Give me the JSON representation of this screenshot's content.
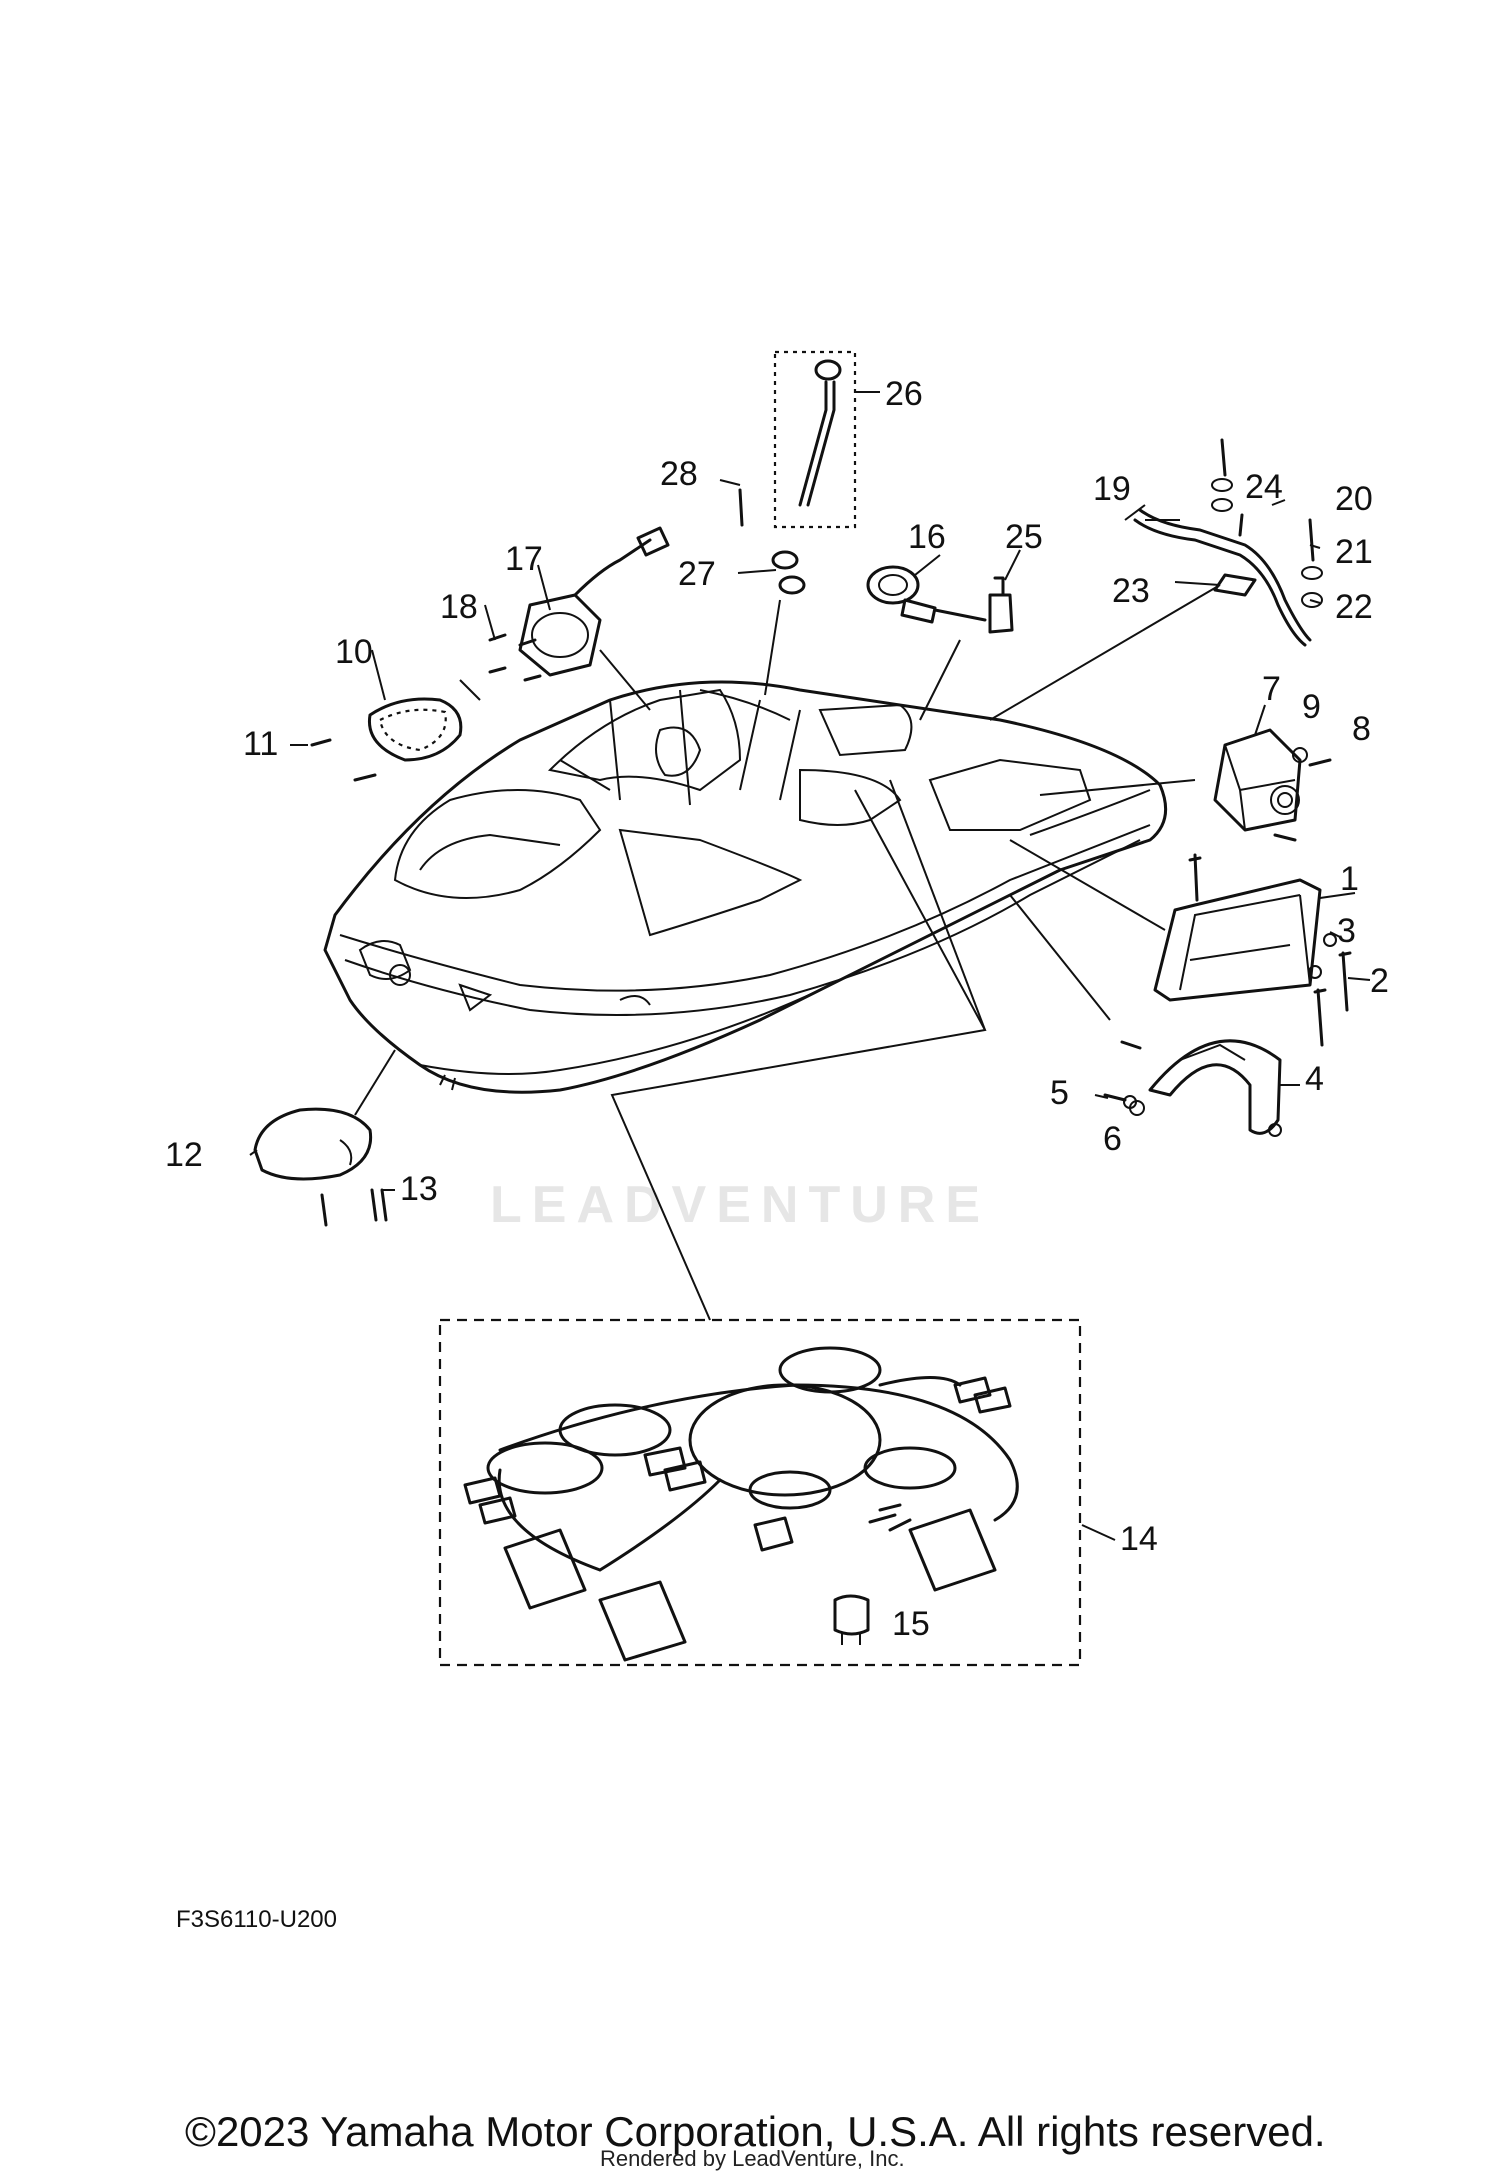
{
  "diagram_code": "F3S6110-U200",
  "copyright": "©2023 Yamaha Motor Corporation, U.S.A. All rights reserved.",
  "rendered_by": "Rendered by LeadVenture, Inc.",
  "watermark": "LEADVENTURE",
  "callouts": [
    {
      "id": "1",
      "text": "1"
    },
    {
      "id": "2",
      "text": "2"
    },
    {
      "id": "3",
      "text": "3"
    },
    {
      "id": "4",
      "text": "4"
    },
    {
      "id": "5",
      "text": "5"
    },
    {
      "id": "6",
      "text": "6"
    },
    {
      "id": "7",
      "text": "7"
    },
    {
      "id": "8",
      "text": "8"
    },
    {
      "id": "9",
      "text": "9"
    },
    {
      "id": "10",
      "text": "10"
    },
    {
      "id": "11",
      "text": "11"
    },
    {
      "id": "12",
      "text": "12"
    },
    {
      "id": "13",
      "text": "13"
    },
    {
      "id": "14",
      "text": "14"
    },
    {
      "id": "15",
      "text": "15"
    },
    {
      "id": "16",
      "text": "16"
    },
    {
      "id": "17",
      "text": "17"
    },
    {
      "id": "18",
      "text": "18"
    },
    {
      "id": "19",
      "text": "19"
    },
    {
      "id": "20",
      "text": "20"
    },
    {
      "id": "21",
      "text": "21"
    },
    {
      "id": "22",
      "text": "22"
    },
    {
      "id": "23",
      "text": "23"
    },
    {
      "id": "24",
      "text": "24"
    },
    {
      "id": "25",
      "text": "25"
    },
    {
      "id": "26",
      "text": "26"
    },
    {
      "id": "27",
      "text": "27"
    },
    {
      "id": "28",
      "text": "28"
    }
  ]
}
